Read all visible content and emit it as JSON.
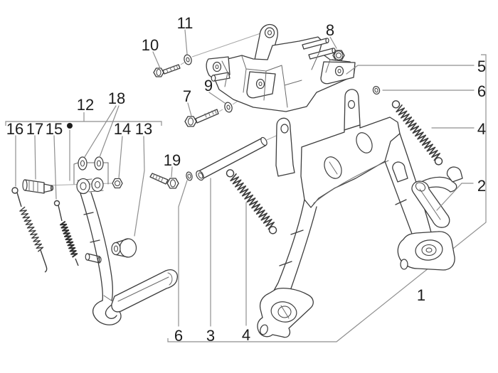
{
  "figure": {
    "kind": "exploded-parts-diagram",
    "subject": "center stand and side stand assembly",
    "background_color": "#ffffff",
    "line_color": "#3d3d3d",
    "leader_color": "#8f8f8f",
    "label_color": "#1c1c1c"
  },
  "callouts": {
    "n1": "1",
    "n2": "2",
    "n3": "3",
    "n4a": "4",
    "n4b": "4",
    "n5": "5",
    "n6a": "6",
    "n6b": "6",
    "n7": "7",
    "n8": "8",
    "n9": "9",
    "n10": "10",
    "n11": "11",
    "n12": "12",
    "n13": "13",
    "n14": "14",
    "n15": "15",
    "n16": "16",
    "n17": "17",
    "n18": "18",
    "n19": "19"
  }
}
